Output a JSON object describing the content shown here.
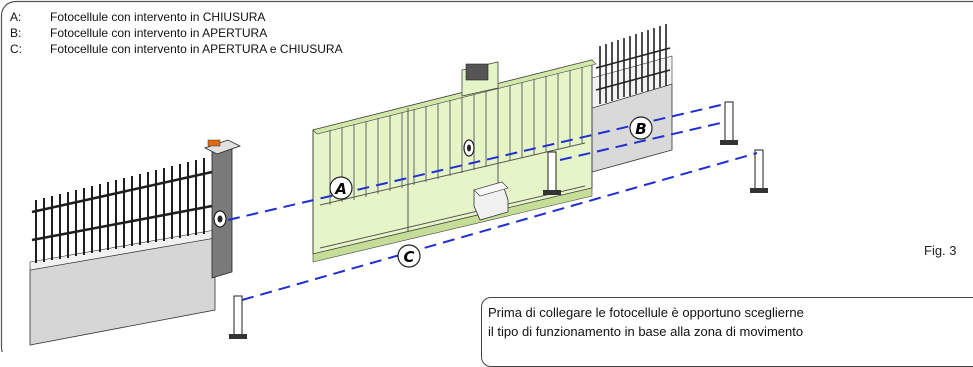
{
  "legend": {
    "items": [
      {
        "key": "A:",
        "text": "Fotocellule con intervento in CHIUSURA"
      },
      {
        "key": "B:",
        "text": "Fotocellule con intervento in APERTURA"
      },
      {
        "key": "C:",
        "text": "Fotocellule con intervento in APERTURA e CHIUSURA"
      }
    ]
  },
  "figure": {
    "caption": "Fig. 3"
  },
  "labels": {
    "a": "A",
    "b": "B",
    "c": "C"
  },
  "note": {
    "line1": "Prima di collegare le fotocellule è opportuno sceglierne",
    "line2": "il tipo di funzionamento in base alla zona di movimento"
  },
  "colors": {
    "gate": "#e6f5c8",
    "beam": "#1f2fd0",
    "fence": "#2a2a2a",
    "wall": "#d6d6d6"
  }
}
